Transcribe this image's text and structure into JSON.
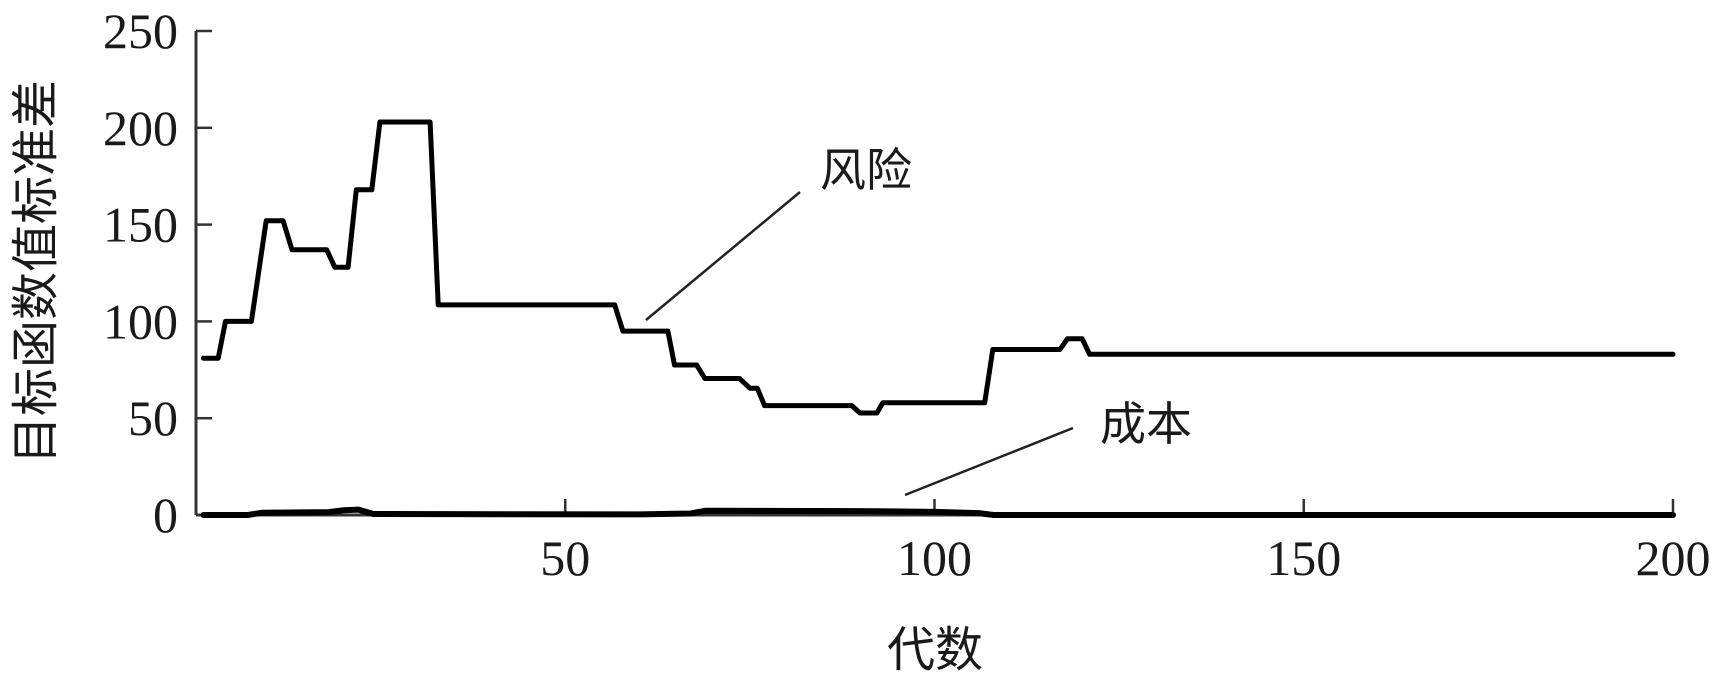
{
  "chart_data": {
    "type": "line",
    "title": "",
    "xlabel": "代数",
    "ylabel": "目标函数值标准差",
    "xlim": [
      0,
      200
    ],
    "ylim": [
      0,
      250
    ],
    "xticks": [
      50,
      100,
      150,
      200
    ],
    "yticks": [
      0,
      50,
      100,
      150,
      200,
      250
    ],
    "grid": false,
    "series": [
      {
        "name": "风险",
        "color": "#000000",
        "x": [
          1,
          3,
          4,
          7.5,
          9.5,
          11.8,
          13,
          17.7,
          18.8,
          20.6,
          21.7,
          23.8,
          24.9,
          31.7,
          32.8,
          56.7,
          57.8,
          63.9,
          64.8,
          67.8,
          68.9,
          73.6,
          75,
          76,
          77,
          88.8,
          89.9,
          92.2,
          93,
          106.8,
          107.9,
          117,
          118,
          120,
          121,
          200
        ],
        "y": [
          81,
          81,
          100,
          100,
          152,
          152,
          137,
          137,
          128,
          128,
          168,
          168,
          203,
          203,
          108.5,
          108.5,
          95,
          95,
          77.5,
          77.5,
          70.5,
          70.5,
          65.5,
          65.5,
          56.5,
          56.5,
          52.7,
          52.7,
          58,
          58,
          85.5,
          85.5,
          91,
          91,
          83,
          83
        ]
      },
      {
        "name": "成本",
        "color": "#000000",
        "x": [
          1,
          7,
          9,
          18,
          20,
          22,
          24,
          60,
          67,
          69,
          90,
          100,
          106,
          108,
          200
        ],
        "y": [
          0,
          0,
          1.2,
          1.5,
          2.5,
          2.8,
          0.5,
          0.3,
          0.8,
          2.2,
          2,
          1.6,
          1,
          0,
          0
        ]
      }
    ],
    "annotations": [
      {
        "text": "风险",
        "series": "风险"
      },
      {
        "text": "成本",
        "series": "成本"
      }
    ]
  }
}
